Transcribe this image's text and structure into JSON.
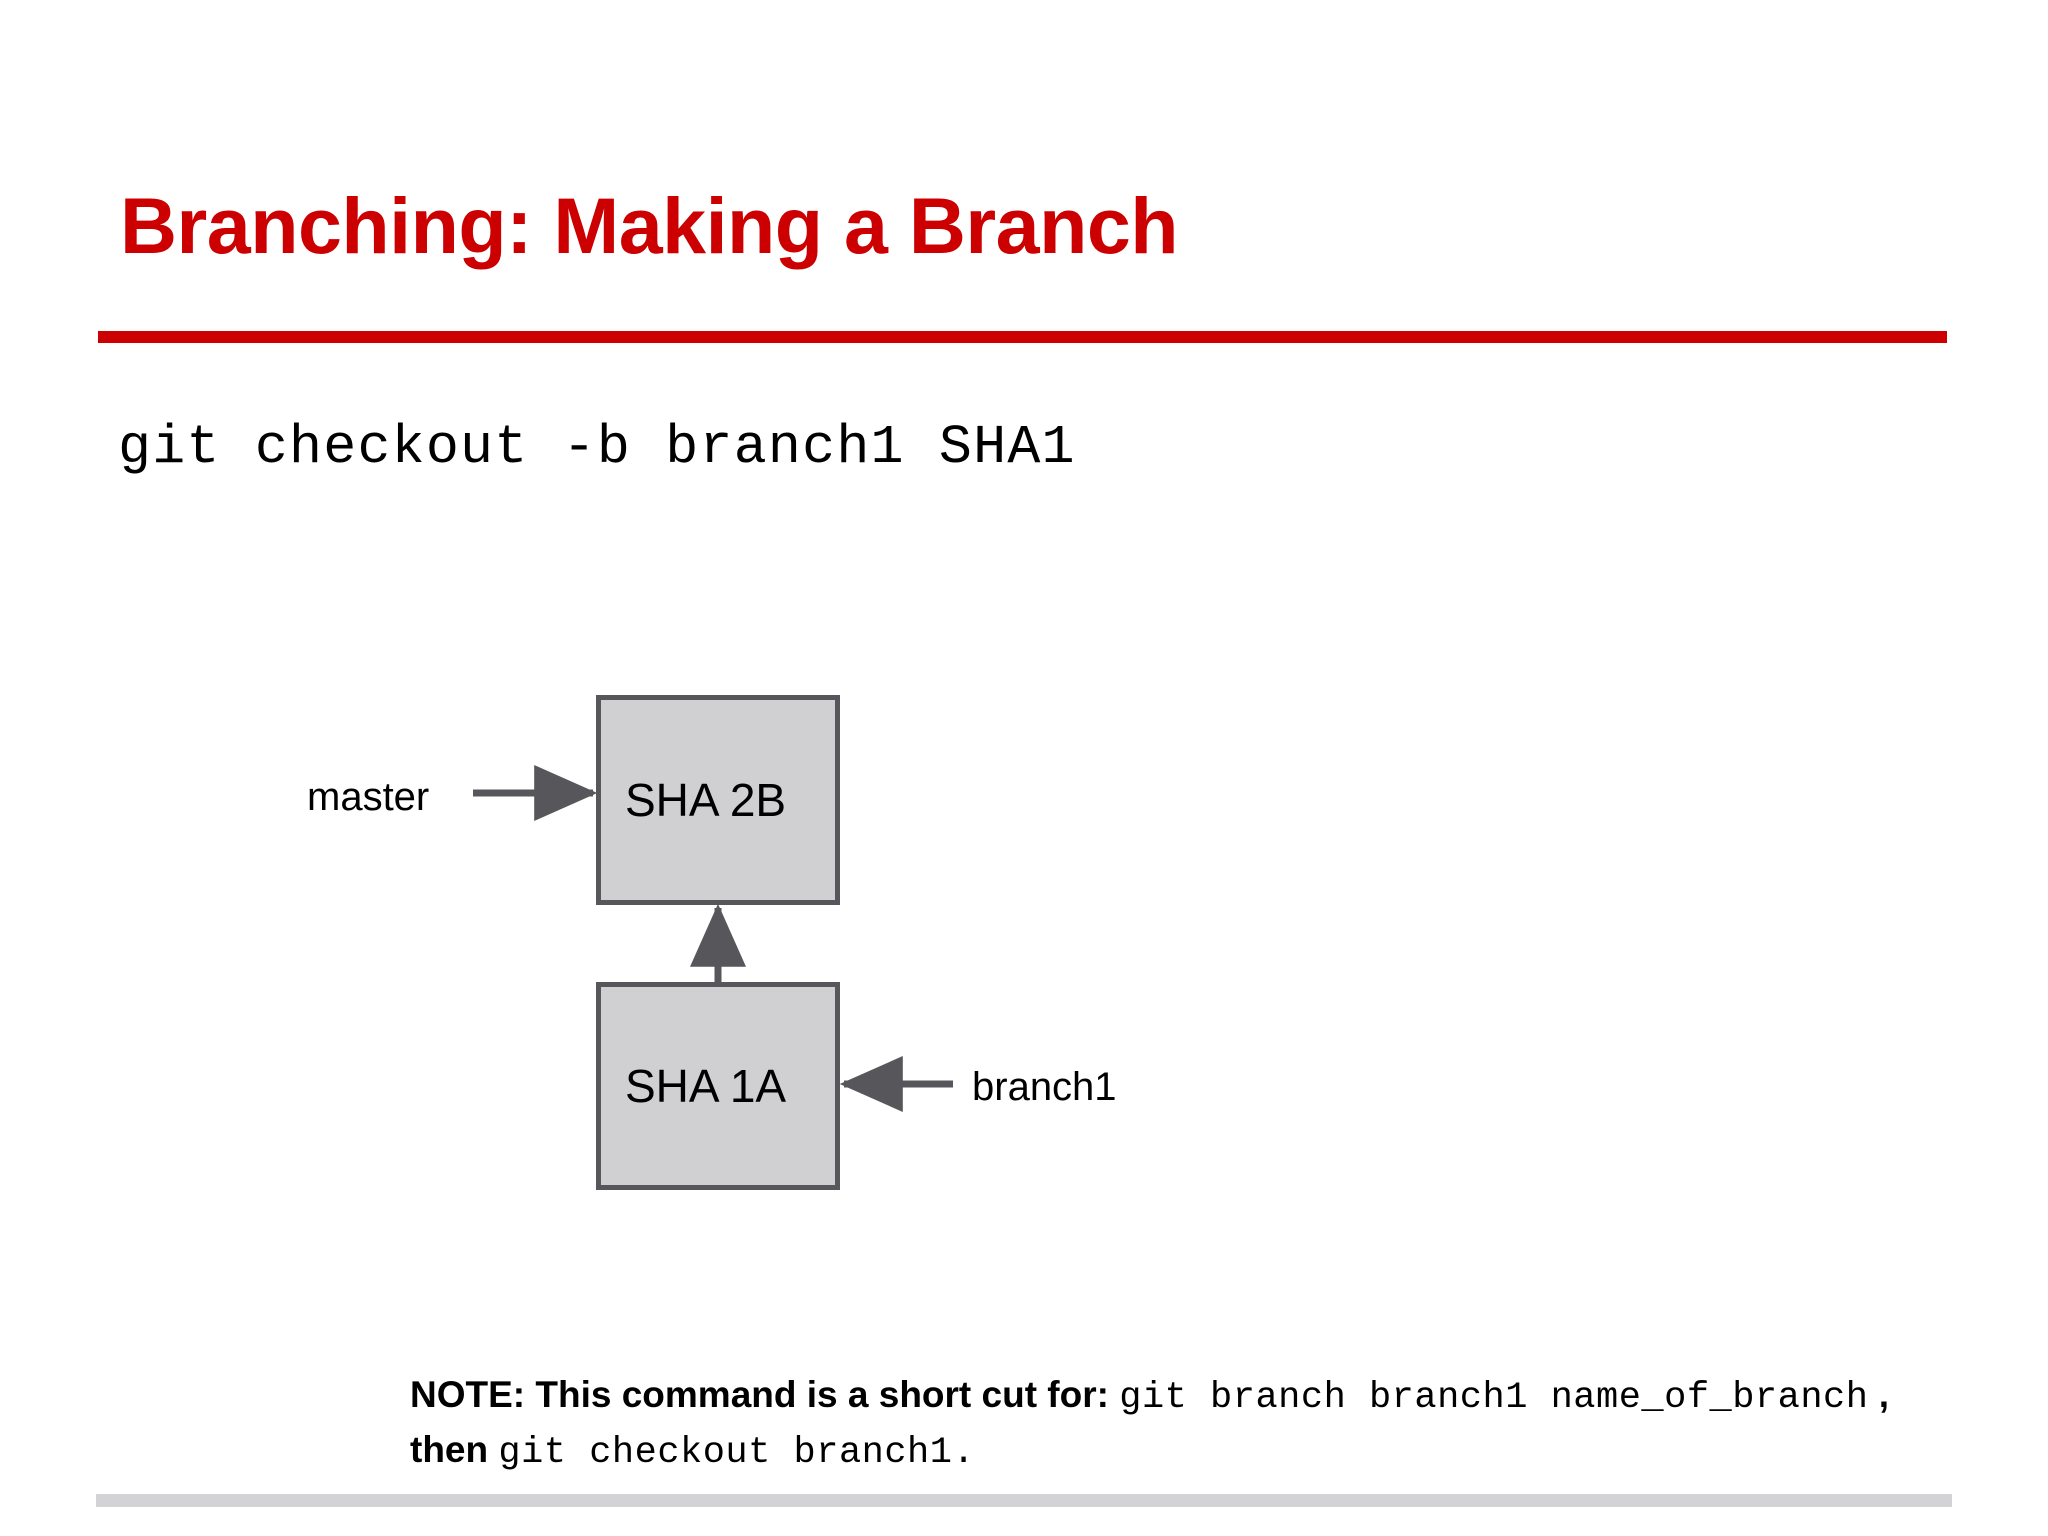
{
  "slide": {
    "title": "Branching: Making a Branch",
    "accent_color": "#cc0000",
    "command": "git checkout -b branch1 SHA1",
    "footer_bar_color": "#d3d3d5"
  },
  "diagram": {
    "type": "commit-graph",
    "box_fill": "#d0d0d2",
    "box_border": "#57575b",
    "arrow_color": "#57575b",
    "commits": [
      {
        "id": "sha2b",
        "label": "SHA 2B"
      },
      {
        "id": "sha1a",
        "label": "SHA 1A"
      }
    ],
    "refs": [
      {
        "id": "master",
        "label": "master",
        "points_to": "SHA 2B",
        "side": "left"
      },
      {
        "id": "branch1",
        "label": "branch1",
        "points_to": "SHA 1A",
        "side": "right"
      }
    ],
    "edges": [
      {
        "from": "SHA 1A",
        "to": "SHA 2B",
        "direction": "up"
      }
    ]
  },
  "note": {
    "lead": "NOTE: This command is a short cut for:",
    "code1": "git branch branch1 name_of_branch",
    "comma": ",",
    "then": "then",
    "code2": "git checkout branch1."
  }
}
